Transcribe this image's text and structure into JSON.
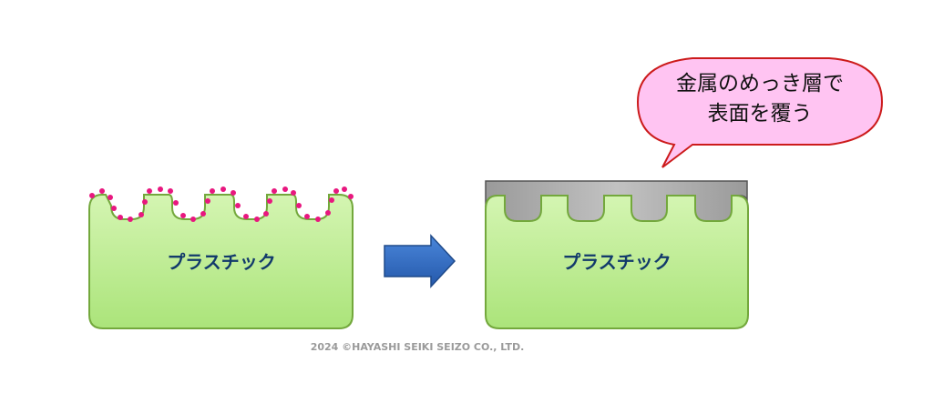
{
  "diagram": {
    "left_block": {
      "label": "プラスチック"
    },
    "right_block": {
      "label": "プラスチック"
    },
    "callout": {
      "line1": "金属のめっき層で",
      "line2": "表面を覆う"
    },
    "copyright": "2024 ©HAYASHI SEIKI SEIZO CO., LTD."
  },
  "colors": {
    "plastic_fill": "#c3ef9a",
    "plastic_stroke": "#73a83c",
    "metal_fill": "#a9a9a9",
    "metal_stroke": "#555555",
    "dots": "#e8177f",
    "arrow_fill": "#2f6bc4",
    "arrow_stroke": "#1f4a8a",
    "callout_fill": "#ffc4f2",
    "callout_stroke": "#cc1b1b",
    "label_text": "#123a6b"
  }
}
